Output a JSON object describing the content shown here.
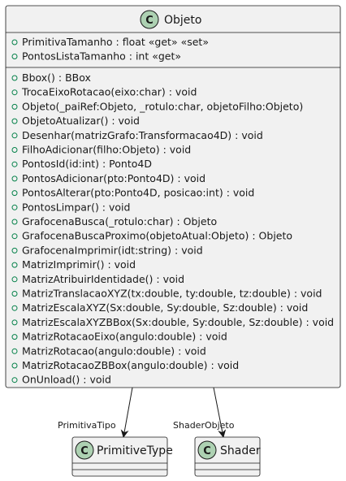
{
  "diagram": {
    "colors": {
      "box_fill": "#F1F1F1",
      "box_stroke": "#181818",
      "circle_fill": "#ADD1B2",
      "bullet_stroke": "#038048",
      "edge": "#181818"
    },
    "main_class": {
      "stereotype_letter": "C",
      "name": "Objeto",
      "attributes": [
        "PrimitivaTamanho : float «get» «set»",
        "PontosListaTamanho : int «get»"
      ],
      "methods": [
        "Bbox() : BBox",
        "TrocaEixoRotacao(eixo:char) : void",
        "Objeto(_paiRef:Objeto, _rotulo:char, objetoFilho:Objeto)",
        "ObjetoAtualizar() : void",
        "Desenhar(matrizGrafo:Transformacao4D) : void",
        "FilhoAdicionar(filho:Objeto) : void",
        "PontosId(id:int) : Ponto4D",
        "PontosAdicionar(pto:Ponto4D) : void",
        "PontosAlterar(pto:Ponto4D, posicao:int) : void",
        "PontosLimpar() : void",
        "GrafocenaBusca(_rotulo:char) : Objeto",
        "GrafocenaBuscaProximo(objetoAtual:Objeto) : Objeto",
        "GrafocenaImprimir(idt:string) : void",
        "MatrizImprimir() : void",
        "MatrizAtribuirIdentidade() : void",
        "MatrizTranslacaoXYZ(tx:double, ty:double, tz:double) : void",
        "MatrizEscalaXYZ(Sx:double, Sy:double, Sz:double) : void",
        "MatrizEscalaXYZBBox(Sx:double, Sy:double, Sz:double) : void",
        "MatrizRotacaoEixo(angulo:double) : void",
        "MatrizRotacao(angulo:double) : void",
        "MatrizRotacaoZBBox(angulo:double) : void",
        "OnUnload() : void"
      ]
    },
    "related_classes": [
      {
        "stereotype_letter": "C",
        "name": "PrimitiveType",
        "edge_label": "PrimitivaTipo"
      },
      {
        "stereotype_letter": "C",
        "name": "Shader",
        "edge_label": "ShaderObjeto"
      }
    ]
  }
}
